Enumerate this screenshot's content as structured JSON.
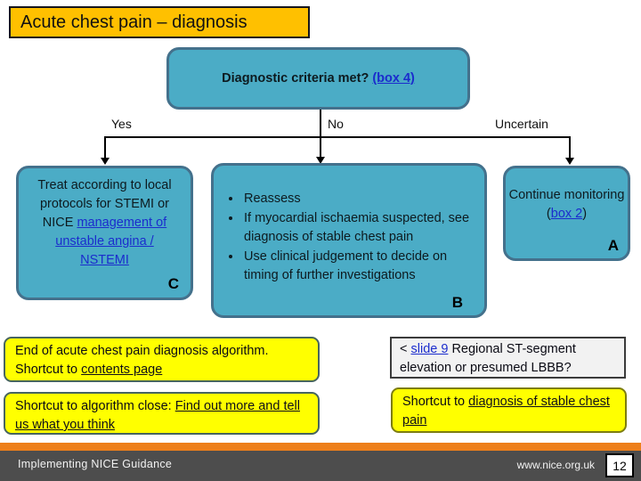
{
  "slide": {
    "title": "Acute chest pain – diagnosis"
  },
  "flowchart": {
    "decision": {
      "question": "Diagnostic criteria met? ",
      "link": "(box 4)"
    },
    "branch_labels": {
      "yes": "Yes",
      "no": "No",
      "uncertain": "Uncertain"
    },
    "yes_box": {
      "text": "Treat according to local protocols for STEMI or NICE ",
      "link": "management of unstable angina / NSTEMI",
      "marker": "C"
    },
    "no_box": {
      "bullets": [
        "Reassess",
        "If myocardial ischaemia suspected, see diagnosis of stable chest pain",
        "Use clinical judgement to decide on timing of further investigations"
      ],
      "marker": "B"
    },
    "uncertain_box": {
      "text": "Continue monitoring ",
      "link_prefix": "(",
      "link": "box 2",
      "link_suffix": ")",
      "marker": "A"
    }
  },
  "shortcuts": {
    "end_box": {
      "text": "End of acute chest pain diagnosis algorithm. Shortcut to ",
      "link": "contents page"
    },
    "close_box": {
      "text": "Shortcut to algorithm close: ",
      "link": "Find out more and tell us what you think"
    },
    "prev_slide_box": {
      "prefix": "< ",
      "link": "slide 9",
      "text": " Regional ST-segment elevation or presumed LBBB?"
    },
    "stable_box": {
      "text": "Shortcut to ",
      "link": "diagnosis of stable chest pain"
    }
  },
  "footer": {
    "left": "Implementing NICE Guidance",
    "right": "www.nice.org.uk",
    "page": "12"
  },
  "colors": {
    "box_teal": "#4BACC6",
    "box_teal_border": "#44718C",
    "shortcut_yellow": "#FFFF00",
    "title_orange": "#FFC000",
    "footer_orange": "#EE7F1A",
    "footer_gray": "#4D4D4D",
    "link_blue": "#1B2CCD"
  }
}
